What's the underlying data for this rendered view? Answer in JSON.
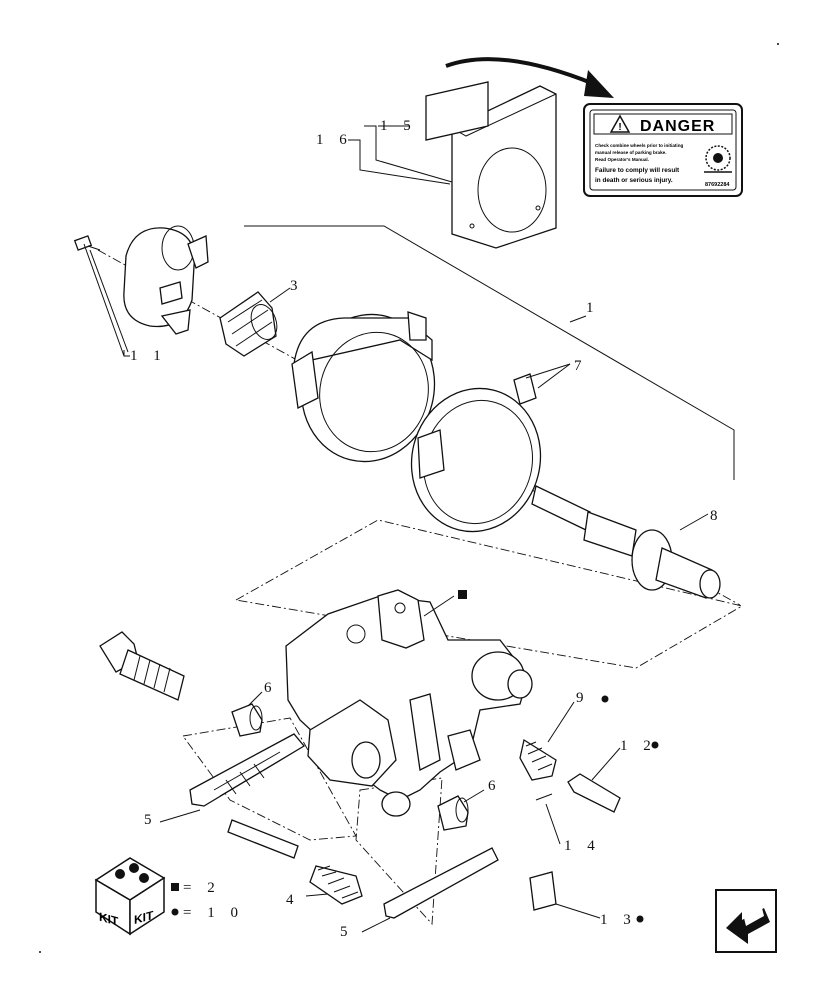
{
  "callouts": {
    "c1": "1",
    "c3": "3",
    "c4": "4",
    "c5a": "5",
    "c5b": "5",
    "c6a": "6",
    "c6b": "6",
    "c7": "7",
    "c8": "8",
    "c9": "9",
    "c11": "1 1",
    "c12": "1 2",
    "c13": "1 3",
    "c14": "1 4",
    "c15": "1 5",
    "c16": "1 6"
  },
  "danger_label": {
    "header": "DANGER",
    "line1": "Check combine wheels prior to initiating",
    "line2": "manual release of parking brake.",
    "line3": "Read Operator's Manual.",
    "line4": "Failure to comply will result",
    "line5": "in death or serious injury.",
    "part_number": "87692284"
  },
  "kit_legend": {
    "kit_text": "KIT",
    "square_eq": "= 2",
    "dot_eq": "= 1 0"
  },
  "nav": {
    "icon": "previous-page-arrow-icon"
  }
}
